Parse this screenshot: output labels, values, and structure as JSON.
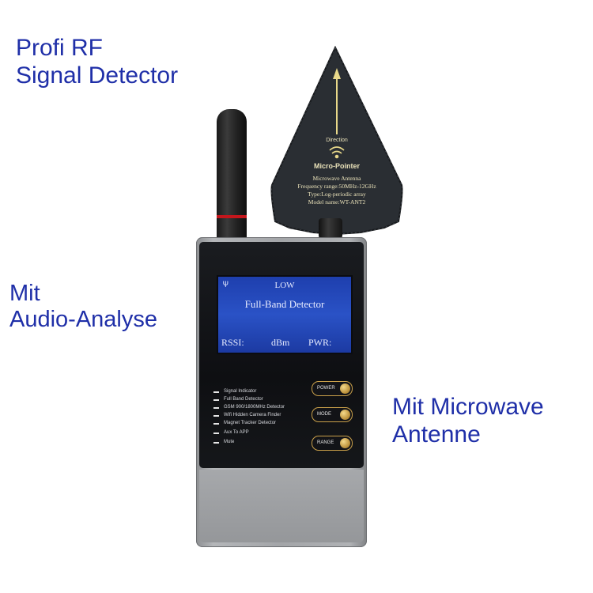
{
  "captions": {
    "title_line1": "Profi RF",
    "title_line2": "Signal Detector",
    "audio_line1": "Mit",
    "audio_line2": "Audio-Analyse",
    "microwave_line1": "Mit Microwave",
    "microwave_line2": "Antenne"
  },
  "antenna": {
    "direction": "Direction",
    "name": "Micro-Pointer",
    "line1": "Microwave Antenna",
    "line2": "Frequency range:50MHz-12GHz",
    "line3": "Type:Log-periodic array",
    "line4": "Model name:WT-ANT2"
  },
  "display": {
    "antenna_glyph": "Ψ",
    "level": "LOW",
    "mode": "Full-Band Detector",
    "rssi": "RSSI:",
    "unit": "dBm",
    "power": "PWR:"
  },
  "indicators": [
    "Signal Indicator",
    "Full Band Detector",
    "GSM 900/1800MHz Detector",
    "Wifi Hidden Camera Finder",
    "Magnet Tracker Detector",
    "Aux To APP",
    "Mute"
  ],
  "buttons": {
    "power": "POWER",
    "mode": "MODE",
    "range": "RANGE"
  },
  "colors": {
    "caption": "#1f2fa8",
    "lcd": "#2a52c6",
    "button_ring": "#c9a04a",
    "antenna_ring": "#c4161c"
  }
}
